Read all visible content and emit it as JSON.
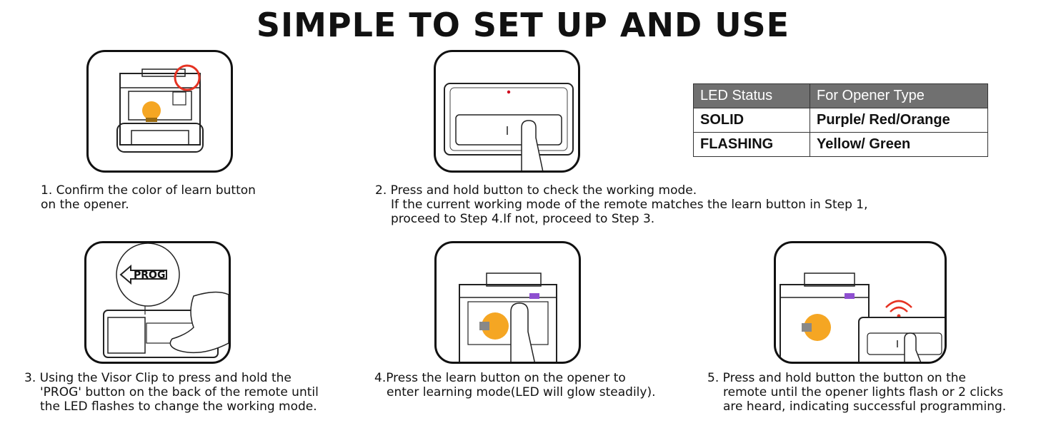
{
  "title": "SIMPLE TO SET UP AND USE",
  "steps": [
    {
      "line1": "1. Confirm the color of learn button",
      "line2": "on the opener."
    },
    {
      "line1": "2. Press and hold button to check the working mode.",
      "line2": "If the current working mode of the remote matches the learn button in Step 1,",
      "line3": "proceed to Step 4.If not, proceed to Step 3."
    },
    {
      "line1": "3. Using the Visor Clip to press and hold the",
      "line2": "'PROG' button on the back of the remote until",
      "line3": "the LED flashes to change the working mode.",
      "prog_label": "PROG"
    },
    {
      "line1": "4.Press the learn button on the opener to",
      "line2": "enter learning mode(LED will glow steadily)."
    },
    {
      "line1": "5. Press and hold button the button on the",
      "line2": "remote until the opener lights flash or 2 clicks",
      "line3": "are heard, indicating successful programming."
    }
  ],
  "led_table": {
    "header": [
      "LED Status",
      "For Opener Type"
    ],
    "rows": [
      [
        "SOLID",
        "Purple/ Red/Orange"
      ],
      [
        "FLASHING",
        "Yellow/ Green"
      ]
    ]
  },
  "colors": {
    "bulb": "#f5a623",
    "highlight_ring": "#e53222",
    "led_dot": "#d0021b",
    "table_header": "#707070"
  }
}
